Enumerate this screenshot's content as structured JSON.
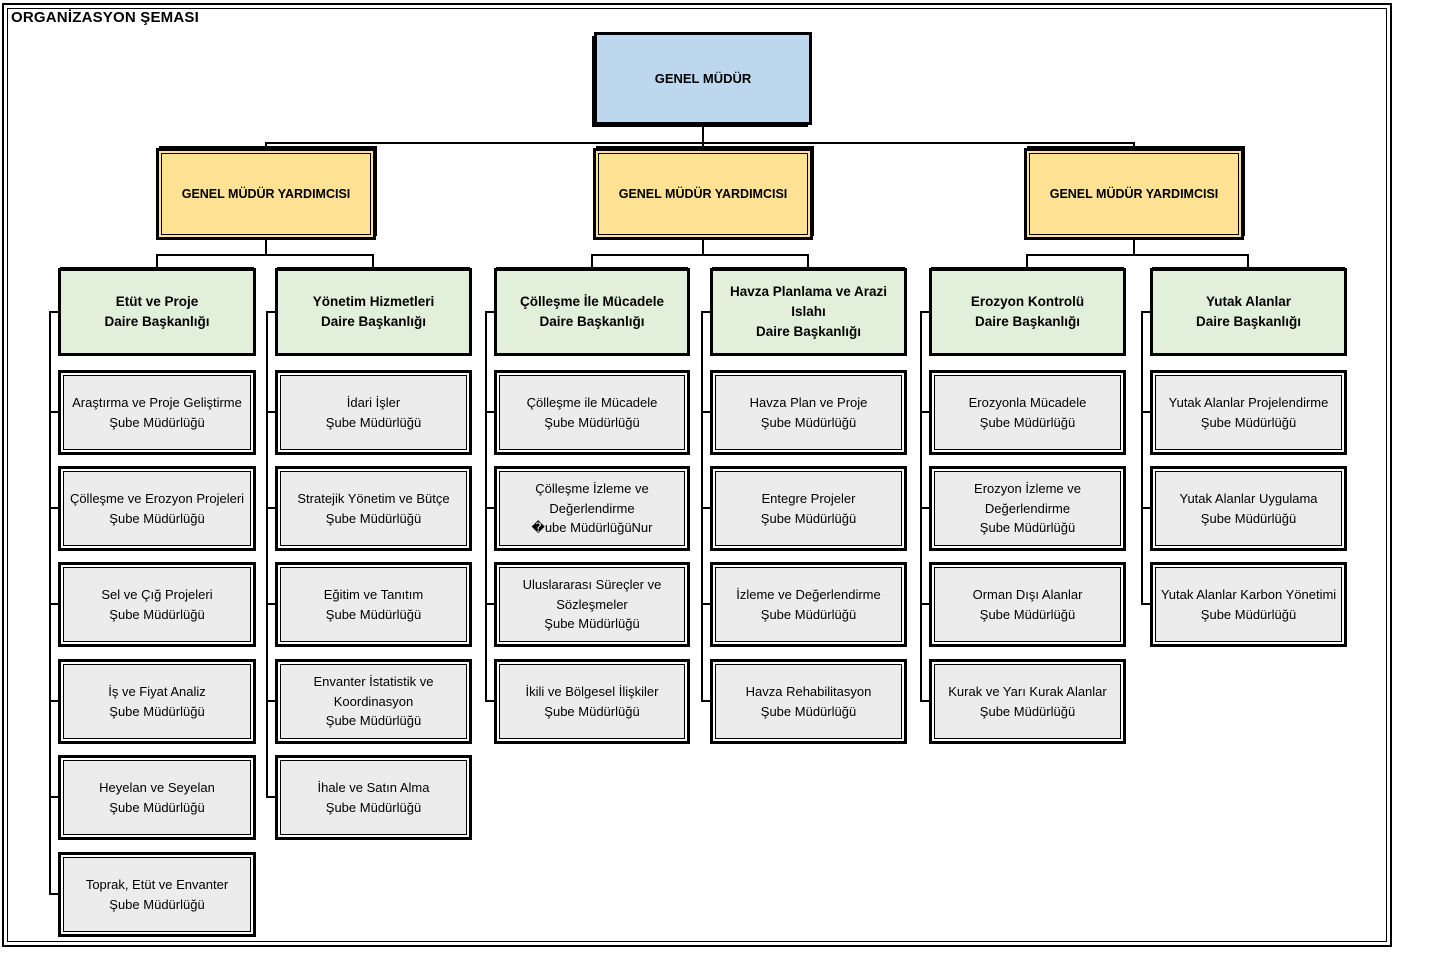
{
  "title": "ORGANİZASYON ŞEMASI",
  "root": {
    "label": "GENEL MÜDÜR"
  },
  "deputies": [
    {
      "label": "GENEL MÜDÜR YARDIMCISI"
    },
    {
      "label": "GENEL MÜDÜR YARDIMCISI"
    },
    {
      "label": "GENEL MÜDÜR YARDIMCISI"
    }
  ],
  "columns": [
    {
      "header": "Etüt ve Proje\nDaire Başkanlığı",
      "subs": [
        "Araştırma ve Proje Geliştirme\nŞube Müdürlüğü",
        "Çölleşme ve Erozyon Projeleri\nŞube Müdürlüğü",
        "Sel ve Çığ Projeleri\nŞube Müdürlüğü",
        "İş ve Fiyat Analiz\nŞube Müdürlüğü",
        "Heyelan ve Seyelan\nŞube Müdürlüğü",
        "Toprak, Etüt ve Envanter\nŞube Müdürlüğü"
      ]
    },
    {
      "header": "Yönetim Hizmetleri\nDaire Başkanlığı",
      "subs": [
        "İdari İşler\nŞube Müdürlüğü",
        "Stratejik Yönetim ve Bütçe\nŞube Müdürlüğü",
        "Eğitim ve Tanıtım\nŞube Müdürlüğü",
        "Envanter İstatistik ve\nKoordinasyon\nŞube Müdürlüğü",
        "İhale ve Satın Alma\nŞube Müdürlüğü"
      ]
    },
    {
      "header": "Çölleşme İle Mücadele\nDaire Başkanlığı",
      "subs": [
        "Çölleşme ile Mücadele\nŞube Müdürlüğü",
        "Çölleşme İzleme ve\nDeğerlendirme\n�ube MüdürlüğüNur",
        "Uluslararası Süreçler ve\nSözleşmeler\nŞube Müdürlüğü",
        "İkili ve Bölgesel İlişkiler\nŞube Müdürlüğü"
      ]
    },
    {
      "header": "Havza Planlama ve Arazi\nIslahı\nDaire Başkanlığı",
      "subs": [
        "Havza Plan ve Proje\nŞube Müdürlüğü",
        "Entegre Projeler\nŞube Müdürlüğü",
        "İzleme ve Değerlendirme\nŞube Müdürlüğü",
        "Havza Rehabilitasyon\nŞube Müdürlüğü"
      ]
    },
    {
      "header": "Erozyon Kontrolü\nDaire Başkanlığı",
      "subs": [
        "Erozyonla Mücadele\nŞube Müdürlüğü",
        "Erozyon İzleme ve\nDeğerlendirme\nŞube Müdürlüğü",
        "Orman Dışı Alanlar\nŞube Müdürlüğü",
        "Kurak ve Yarı Kurak Alanlar\nŞube Müdürlüğü"
      ]
    },
    {
      "header": "Yutak Alanlar\nDaire Başkanlığı",
      "subs": [
        "Yutak Alanlar Projelendirme\nŞube Müdürlüğü",
        "Yutak Alanlar Uygulama\nŞube Müdürlüğü",
        "Yutak Alanlar Karbon Yönetimi\nŞube Müdürlüğü"
      ]
    }
  ],
  "colors": {
    "root_fill": "#BDD7EE",
    "deputy_fill": "#FFE294",
    "department_fill": "#E2EFDA",
    "sub_fill": "#ECECEC",
    "line": "#000000",
    "background": "#FFFFFF"
  }
}
